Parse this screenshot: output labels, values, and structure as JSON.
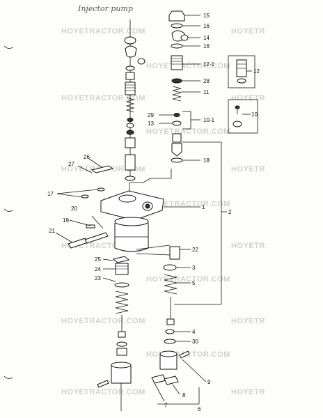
{
  "title": "Injector pump",
  "watermark": "HOYETRACTOR.COM",
  "watermark_partial": "HOYETR",
  "callouts": {
    "c15": "15",
    "c16a": "16",
    "c14": "14",
    "c16b": "16",
    "c12_1": "12-1",
    "c12": "12",
    "c28": "28",
    "c11": "11",
    "c29": "29",
    "c13": "13",
    "c10_1": "10-1",
    "c10": "10",
    "c18": "18",
    "c26": "26",
    "c27": "27",
    "c17": "17",
    "c1": "1",
    "c2": "2",
    "c20": "20",
    "c19": "19",
    "c21": "21",
    "c22": "22",
    "c25": "25",
    "c24": "24",
    "c3": "3",
    "c23": "23",
    "c5": "5",
    "c4": "4",
    "c30": "30",
    "c9": "9",
    "c7": "7",
    "c8": "8",
    "c6": "6"
  }
}
